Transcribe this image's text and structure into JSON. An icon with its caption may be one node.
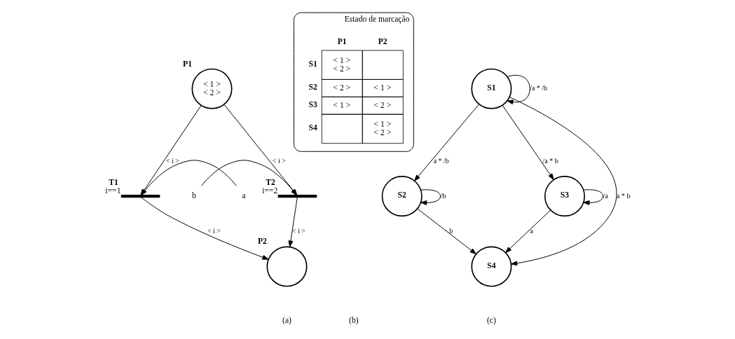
{
  "diagram": {
    "nodes": [
      {
        "text": [
          "< 1 >",
          "< 2 >"
        ],
        "beside": [
          "P1"
        ]
      },
      {
        "text": [],
        "shape": "bar",
        "beside": [
          "T1",
          "i==1"
        ]
      },
      {
        "text": [],
        "shape": "bar",
        "beside": [
          "T2",
          "i==2"
        ]
      },
      {
        "text": [],
        "shape": "circle",
        "beside": [
          "P2"
        ]
      },
      {
        "text": [
          "a"
        ]
      },
      {
        "text": [
          "b"
        ]
      },
      {
        "text": [
          "Estado de marcação"
        ]
      },
      {
        "text": [
          "S1"
        ]
      },
      {
        "text": [
          "S2"
        ]
      },
      {
        "text": [
          "S3"
        ]
      },
      {
        "text": [
          "S4"
        ]
      }
    ],
    "edges": [
      {
        "from": 0,
        "to": 1,
        "arrow": "to",
        "label": "< i >"
      },
      {
        "from": 0,
        "to": 2,
        "arrow": "to",
        "label": "< i >"
      },
      {
        "from": 1,
        "to": 3,
        "arrow": "to",
        "label": "< i >"
      },
      {
        "from": 2,
        "to": 3,
        "arrow": "to",
        "label": "< i >"
      },
      {
        "from": 4,
        "to": 1,
        "arrow": "to"
      },
      {
        "from": 5,
        "to": 2,
        "arrow": "to"
      },
      {
        "from": 7,
        "to": 7,
        "arrow": "to",
        "label": "/a * /b"
      },
      {
        "from": 7,
        "to": 8,
        "arrow": "to",
        "label": "a * /b"
      },
      {
        "from": 7,
        "to": 10,
        "arrow": "to",
        "label": "a * b"
      },
      {
        "from": 7,
        "to": 9,
        "arrow": "to",
        "label": "/a * b"
      },
      {
        "from": 8,
        "to": 8,
        "arrow": "to",
        "label": "/b"
      },
      {
        "from": 8,
        "to": 10,
        "arrow": "to",
        "label": "b"
      },
      {
        "from": 9,
        "to": 9,
        "arrow": "to",
        "label": "/a"
      },
      {
        "from": 9,
        "to": 10,
        "arrow": "to",
        "label": "a"
      }
    ],
    "labels": [
      "P1",
      "P2",
      "S1",
      "< 1 >",
      "< 2 >",
      "S2",
      "< 2 >",
      "< 1 >",
      "S3",
      "< 1 >",
      "< 2 >",
      "S4",
      "< 1 >",
      "< 2 >",
      "(a)",
      "(b)",
      "(c)"
    ]
  }
}
